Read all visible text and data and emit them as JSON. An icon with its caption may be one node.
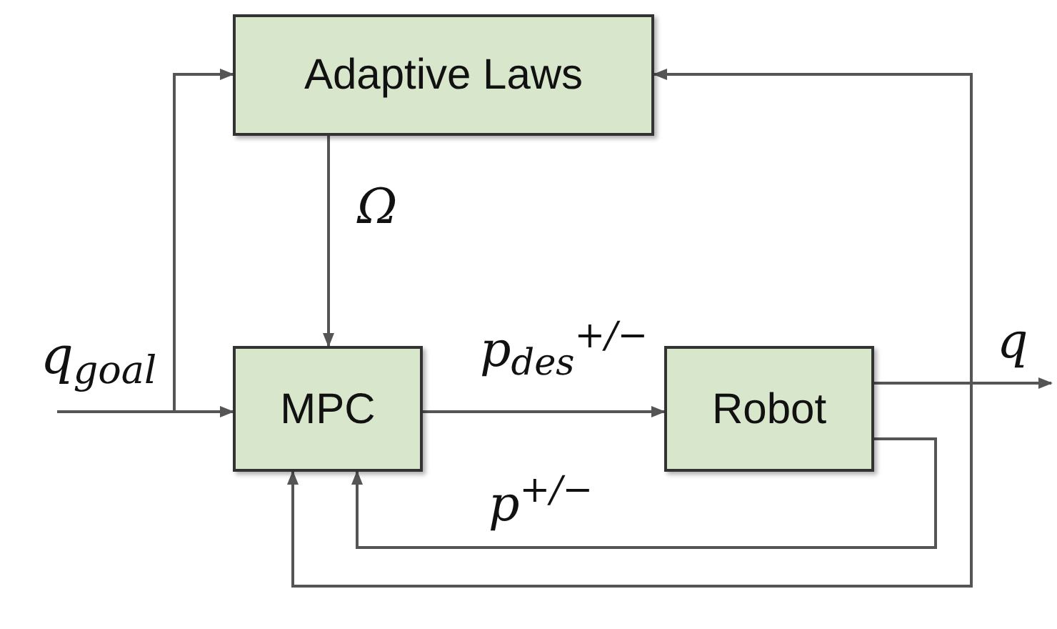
{
  "diagram": {
    "nodes": [
      {
        "text": [
          "Adaptive Laws"
        ]
      },
      {
        "text": [
          "MPC"
        ]
      },
      {
        "text": [
          "Robot"
        ]
      },
      {
        "text": [
          "q$_{goal}$"
        ]
      }
    ],
    "edges": [
      {
        "from": 3,
        "to": 1,
        "arrow": "to"
      },
      {
        "from": 3,
        "to": 0,
        "arrow": "to"
      },
      {
        "from": 0,
        "to": 1,
        "arrow": "to",
        "label": "Ω"
      },
      {
        "from": 1,
        "to": 2,
        "arrow": "to",
        "label": "p$_{des}$$^{+/−}$"
      },
      {
        "from": 2,
        "to": null,
        "arrow": "to",
        "label": "q"
      },
      {
        "from": 2,
        "to": 0,
        "arrow": "to"
      },
      {
        "from": 2,
        "to": 1,
        "arrow": "to"
      },
      {
        "from": 2,
        "to": 1,
        "arrow": "to",
        "label": "p$^{+/−}$"
      }
    ]
  }
}
